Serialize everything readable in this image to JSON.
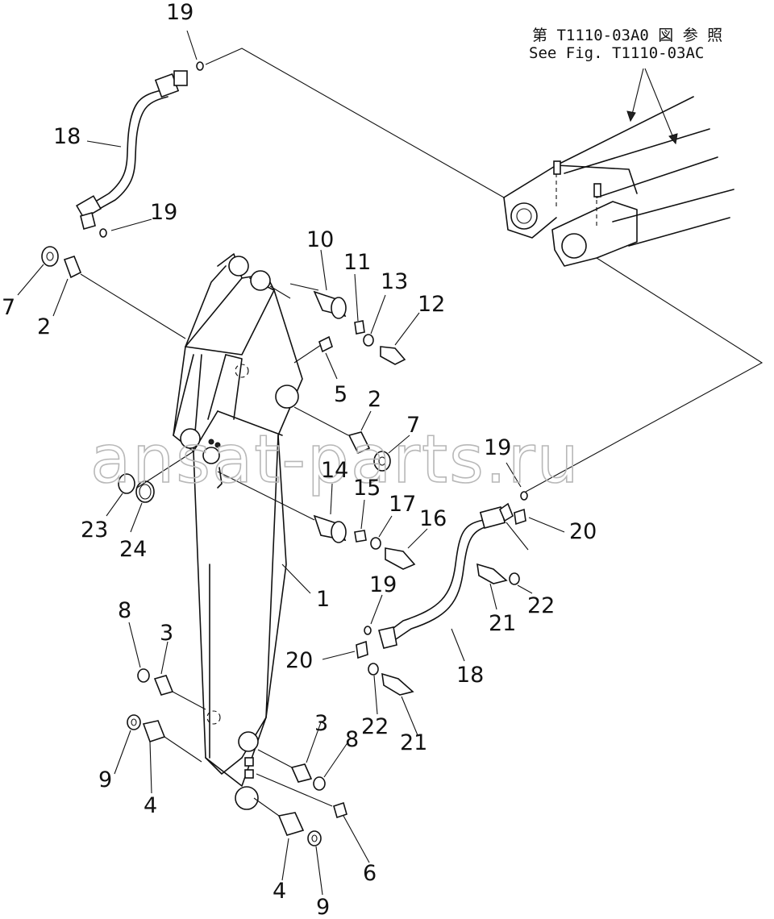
{
  "reference": {
    "jp": "第 T1110-03A0 図 参 照",
    "en": "See Fig. T1110-03AC"
  },
  "watermark": "ansat-parts.ru",
  "callouts": [
    {
      "id": "c19a",
      "label": "19"
    },
    {
      "id": "c18a",
      "label": "18"
    },
    {
      "id": "c19b",
      "label": "19"
    },
    {
      "id": "c7a",
      "label": "7"
    },
    {
      "id": "c2a",
      "label": "2"
    },
    {
      "id": "c10",
      "label": "10"
    },
    {
      "id": "c11",
      "label": "11"
    },
    {
      "id": "c13",
      "label": "13"
    },
    {
      "id": "c12",
      "label": "12"
    },
    {
      "id": "c5",
      "label": "5"
    },
    {
      "id": "c2b",
      "label": "2"
    },
    {
      "id": "c7b",
      "label": "7"
    },
    {
      "id": "c19c",
      "label": "19"
    },
    {
      "id": "c14",
      "label": "14"
    },
    {
      "id": "c15",
      "label": "15"
    },
    {
      "id": "c17",
      "label": "17"
    },
    {
      "id": "c16",
      "label": "16"
    },
    {
      "id": "c20a",
      "label": "20"
    },
    {
      "id": "c23",
      "label": "23"
    },
    {
      "id": "c24",
      "label": "24"
    },
    {
      "id": "c1",
      "label": "1"
    },
    {
      "id": "c22a",
      "label": "22"
    },
    {
      "id": "c21a",
      "label": "21"
    },
    {
      "id": "c19d",
      "label": "19"
    },
    {
      "id": "c8a",
      "label": "8"
    },
    {
      "id": "c3a",
      "label": "3"
    },
    {
      "id": "c20b",
      "label": "20"
    },
    {
      "id": "c18b",
      "label": "18"
    },
    {
      "id": "c9a",
      "label": "9"
    },
    {
      "id": "c4a",
      "label": "4"
    },
    {
      "id": "c3b",
      "label": "3"
    },
    {
      "id": "c8b",
      "label": "8"
    },
    {
      "id": "c22b",
      "label": "22"
    },
    {
      "id": "c21b",
      "label": "21"
    },
    {
      "id": "c6",
      "label": "6"
    },
    {
      "id": "c4b",
      "label": "4"
    },
    {
      "id": "c9b",
      "label": "9"
    }
  ]
}
